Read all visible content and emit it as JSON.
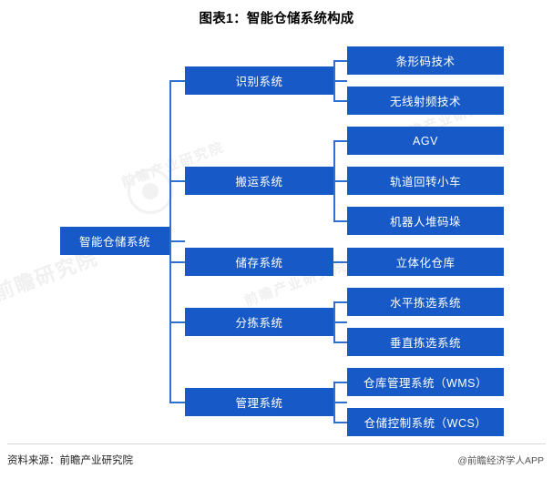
{
  "title": "图表1：智能仓储系统构成",
  "footer": {
    "source": "资料来源：前瞻产业研究院",
    "credit": "@前瞻经济学人APP"
  },
  "watermarks": [
    "前瞻产业研究院",
    "前瞻产业研究院",
    "前瞻产业研究院",
    "前瞻研究院"
  ],
  "diagram": {
    "root": {
      "label": "智能仓储系统"
    },
    "branches": [
      {
        "label": "识别系统",
        "children": [
          {
            "label": "条形码技术"
          },
          {
            "label": "无线射频技术"
          }
        ]
      },
      {
        "label": "搬运系统",
        "children": [
          {
            "label": "AGV"
          },
          {
            "label": "轨道回转小车"
          },
          {
            "label": "机器人堆码垛"
          }
        ]
      },
      {
        "label": "储存系统",
        "children": [
          {
            "label": "立体化仓库"
          }
        ]
      },
      {
        "label": "分拣系统",
        "children": [
          {
            "label": "水平拣选系统"
          },
          {
            "label": "垂直拣选系统"
          }
        ]
      },
      {
        "label": "管理系统",
        "children": [
          {
            "label": "仓库管理系统（WMS）"
          },
          {
            "label": "仓储控制系统（WCS）"
          }
        ]
      }
    ]
  },
  "colors": {
    "box": "#1659c7",
    "line": "#2f6fd0"
  }
}
